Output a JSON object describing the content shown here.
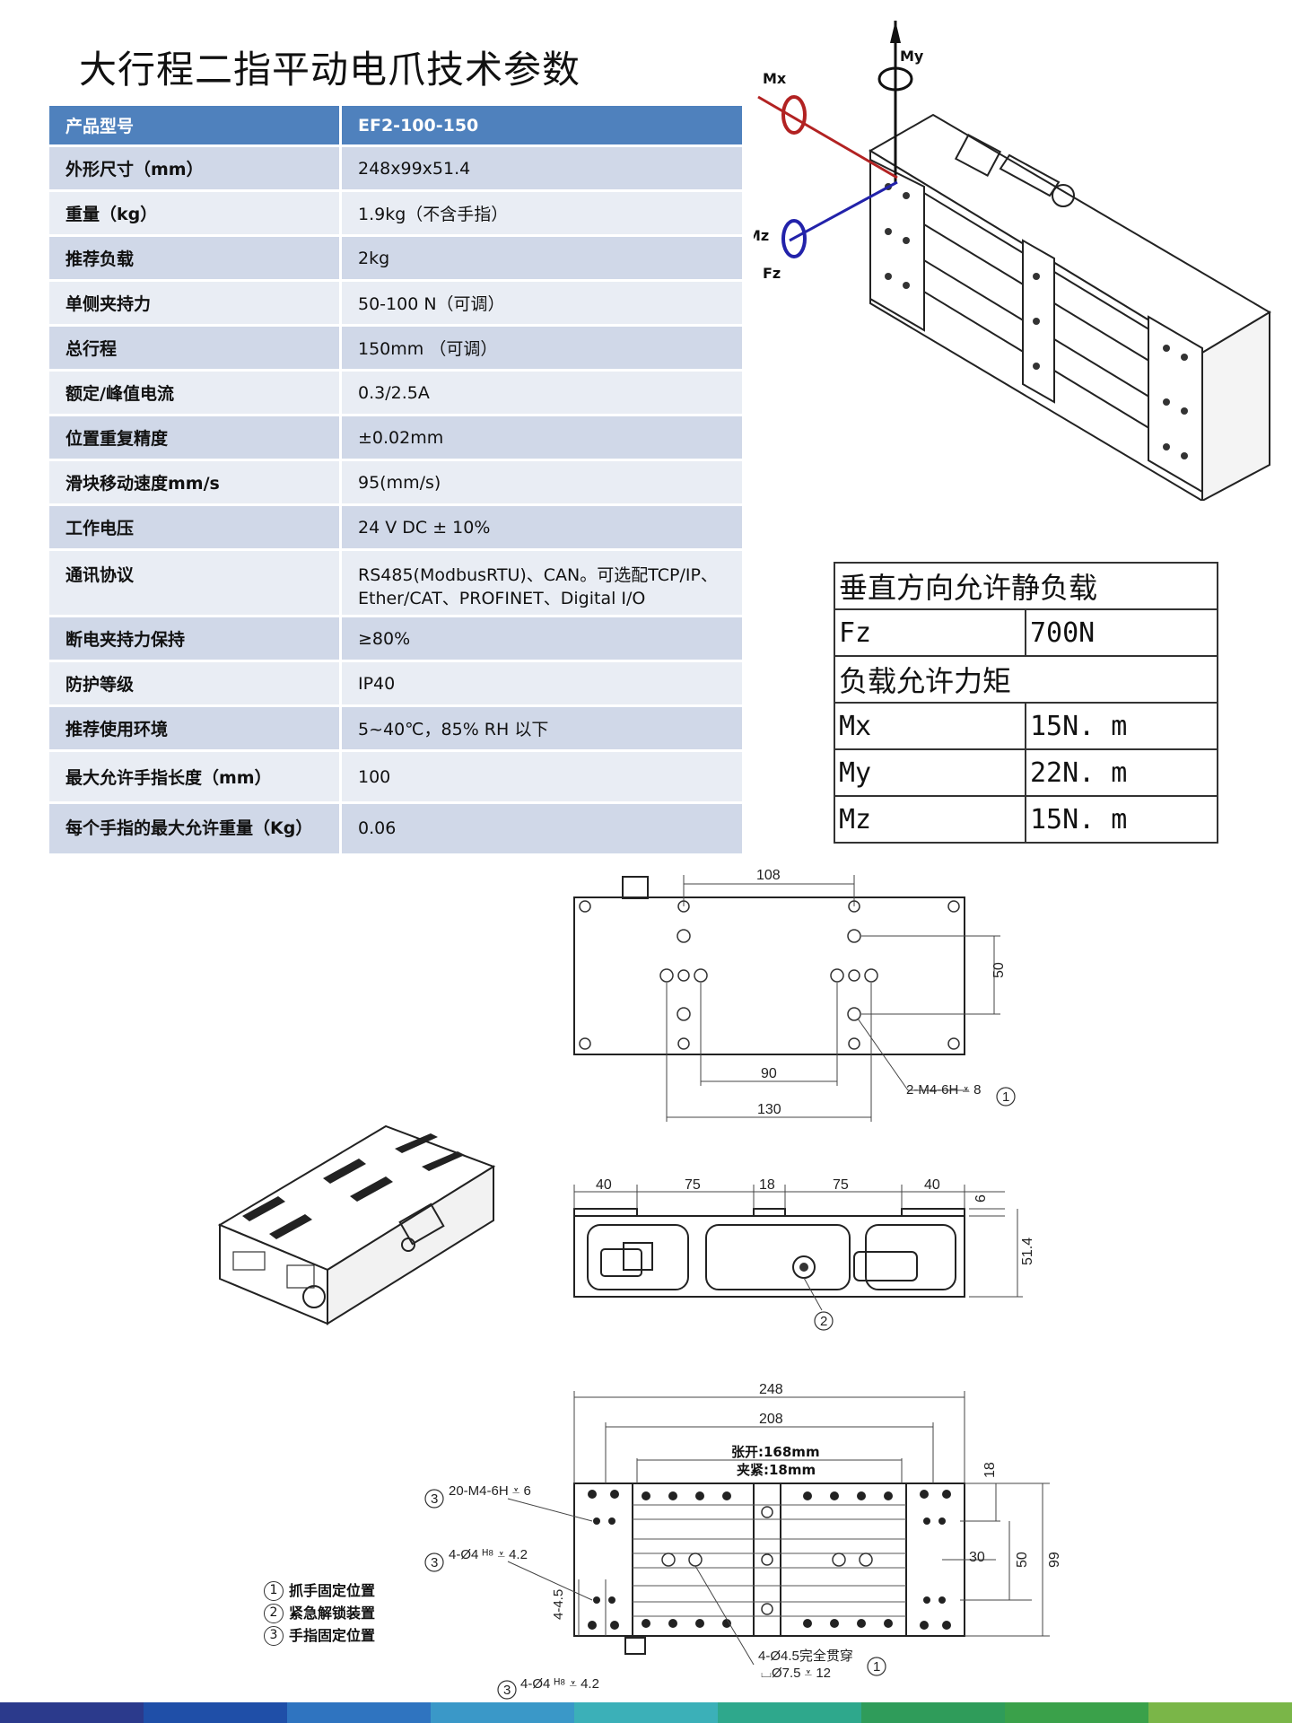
{
  "title": "大行程二指平动电爪技术参数",
  "spec_table": {
    "header": {
      "label": "产品型号",
      "value": "EF2-100-150"
    },
    "rows": [
      {
        "label": "外形尺寸（mm）",
        "value": "248x99x51.4"
      },
      {
        "label": "重量（kg）",
        "value": "1.9kg（不含手指）"
      },
      {
        "label": "推荐负载",
        "value": "2kg"
      },
      {
        "label": "单侧夹持力",
        "value": "50-100 N（可调）"
      },
      {
        "label": "总行程",
        "value": "150mm （可调）"
      },
      {
        "label": "额定/峰值电流",
        "value": "0.3/2.5A"
      },
      {
        "label": "位置重复精度",
        "value": "±0.02mm"
      },
      {
        "label": "滑块移动速度mm/s",
        "value": "95(mm/s)"
      },
      {
        "label": "工作电压",
        "value": "24 V DC ± 10%"
      },
      {
        "label": "通讯协议",
        "value": " RS485(ModbusRTU)、CAN。可选配TCP/IP、Ether/CAT、PROFINET、Digital I/O"
      },
      {
        "label": "断电夹持力保持",
        "value": "≥80%"
      },
      {
        "label": "防护等级",
        "value": "IP40"
      },
      {
        "label": "推荐使用环境",
        "value": "5~40℃，85% RH 以下"
      },
      {
        "label": "最大允许手指长度（mm）",
        "value": "100"
      },
      {
        "label": "每个手指的最大允许重量（Kg）",
        "value": "0.06"
      }
    ]
  },
  "load_table": {
    "vertical_heading": "垂直方向允许静负载",
    "fz": {
      "key": "Fz",
      "value": "700N"
    },
    "moment_heading": "负载允许力矩",
    "mx": {
      "key": "Mx",
      "value": "15N. m"
    },
    "my": {
      "key": "My",
      "value": "22N. m"
    },
    "mz": {
      "key": "Mz",
      "value": "15N. m"
    }
  },
  "axis_labels": {
    "mx": "Mx",
    "my": "My",
    "mz": "Mz",
    "fz": "Fz"
  },
  "top_view": {
    "d108": "108",
    "d50": "50",
    "d90": "90",
    "d130": "130",
    "callout": "2-M4-6H ⩡ 8",
    "callout_no": "1"
  },
  "side_view": {
    "d40a": "40",
    "d75a": "75",
    "d18": "18",
    "d75b": "75",
    "d40b": "40",
    "d6": "6",
    "d514": "51.4",
    "callout_no": "2"
  },
  "front_view": {
    "d248": "248",
    "d208": "208",
    "open": "张开:168mm",
    "close": "夹紧:18mm",
    "d18": "18",
    "d30": "30",
    "d50": "50",
    "d99": "99",
    "d45": "4-4.5",
    "c1": "20-M4-6H ⩡ 6",
    "c2": "4-Ø4 ᴴ⁸ ⩡ 4.2",
    "c3": "4-Ø4 ᴴ⁸ ⩡ 4.2",
    "c4a": "4-Ø4.5完全贯穿",
    "c4b": "⌴Ø7.5 ⩡ 12",
    "n3": "3",
    "n1": "1"
  },
  "legend": [
    {
      "no": "1",
      "text": "抓手固定位置"
    },
    {
      "no": "2",
      "text": "紧急解锁装置"
    },
    {
      "no": "3",
      "text": "手指固定位置"
    }
  ],
  "colors": {
    "header_blue": "#4f81bd",
    "row_dark": "#d0d8e8",
    "row_light": "#e9edf4",
    "bar": [
      "#2b3a8c",
      "#1f4fa8",
      "#2f74c0",
      "#3a98c8",
      "#3bb0b8",
      "#2ea88c",
      "#2f9c5a",
      "#3aa14a",
      "#7ab648"
    ]
  }
}
